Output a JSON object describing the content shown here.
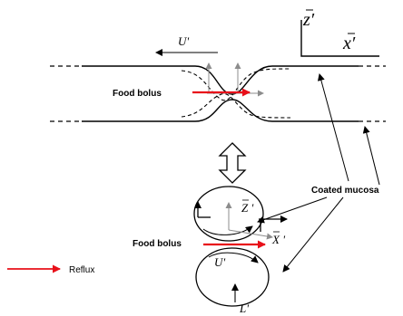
{
  "labels": {
    "u_prime_top": "U'",
    "z_axis": "z′",
    "x_axis": "x′",
    "food_bolus_top": "Food bolus",
    "coated_mucosa": "Coated mucosa",
    "z_cap": "Z '",
    "x_cap": "X '",
    "food_bolus_bottom": "Food bolus",
    "u_prime_bottom": "U'",
    "l_prime": "L'",
    "reflux": "Reflux"
  },
  "colors": {
    "line": "#000000",
    "reflux": "#e8101a",
    "axis_gray": "#8c8c8c"
  }
}
